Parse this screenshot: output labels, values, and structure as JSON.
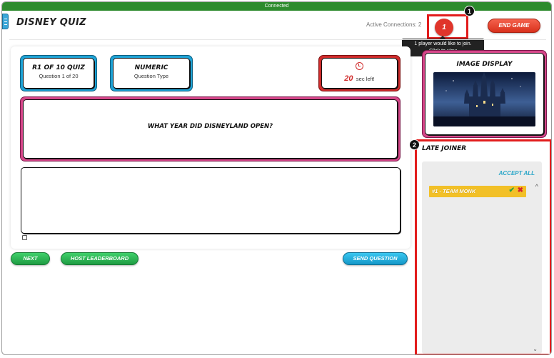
{
  "status_bar": {
    "text": "Connected"
  },
  "header": {
    "title": "DISNEY QUIZ",
    "active_connections": "Active Connections: 2",
    "late_joiner_count": "1",
    "end_game_label": "END GAME"
  },
  "tooltip": {
    "line1": "1 player would like to join.",
    "line2": "Click to view"
  },
  "callouts": {
    "first": "1",
    "second": "2"
  },
  "quiz": {
    "round_label": "R1 OF 10 QUIZ",
    "question_progress": "Question 1 of 20",
    "type_value": "NUMERIC",
    "type_label": "Question Type",
    "timer_value": "20",
    "timer_label": "sec left!",
    "question_text": "WHAT YEAR DID DISNEYLAND OPEN?"
  },
  "controls": {
    "next_label": "NEXT",
    "leaderboard_label": "HOST LEADERBOARD",
    "send_label": "SEND QUESTION"
  },
  "image_display": {
    "title": "IMAGE DISPLAY"
  },
  "late_joiner": {
    "title": "LATE JOINER",
    "accept_all_label": "ACCEPT ALL",
    "teams": [
      {
        "name": "#1 - TEAM MONK"
      }
    ]
  },
  "colors": {
    "status_green": "#2e8b2e",
    "highlight_red": "#e21c1c",
    "quiz_blue": "#1ea3d6",
    "quiz_pink": "#d6478a",
    "timer_red": "#d02c2c",
    "team_yellow": "#f2c027"
  },
  "icons": {
    "menu": "menu-icon",
    "clock": "clock-icon",
    "accept": "check-icon",
    "reject": "cross-icon",
    "scroll_up": "chevron-up-icon",
    "scroll_down": "chevron-down-icon"
  }
}
